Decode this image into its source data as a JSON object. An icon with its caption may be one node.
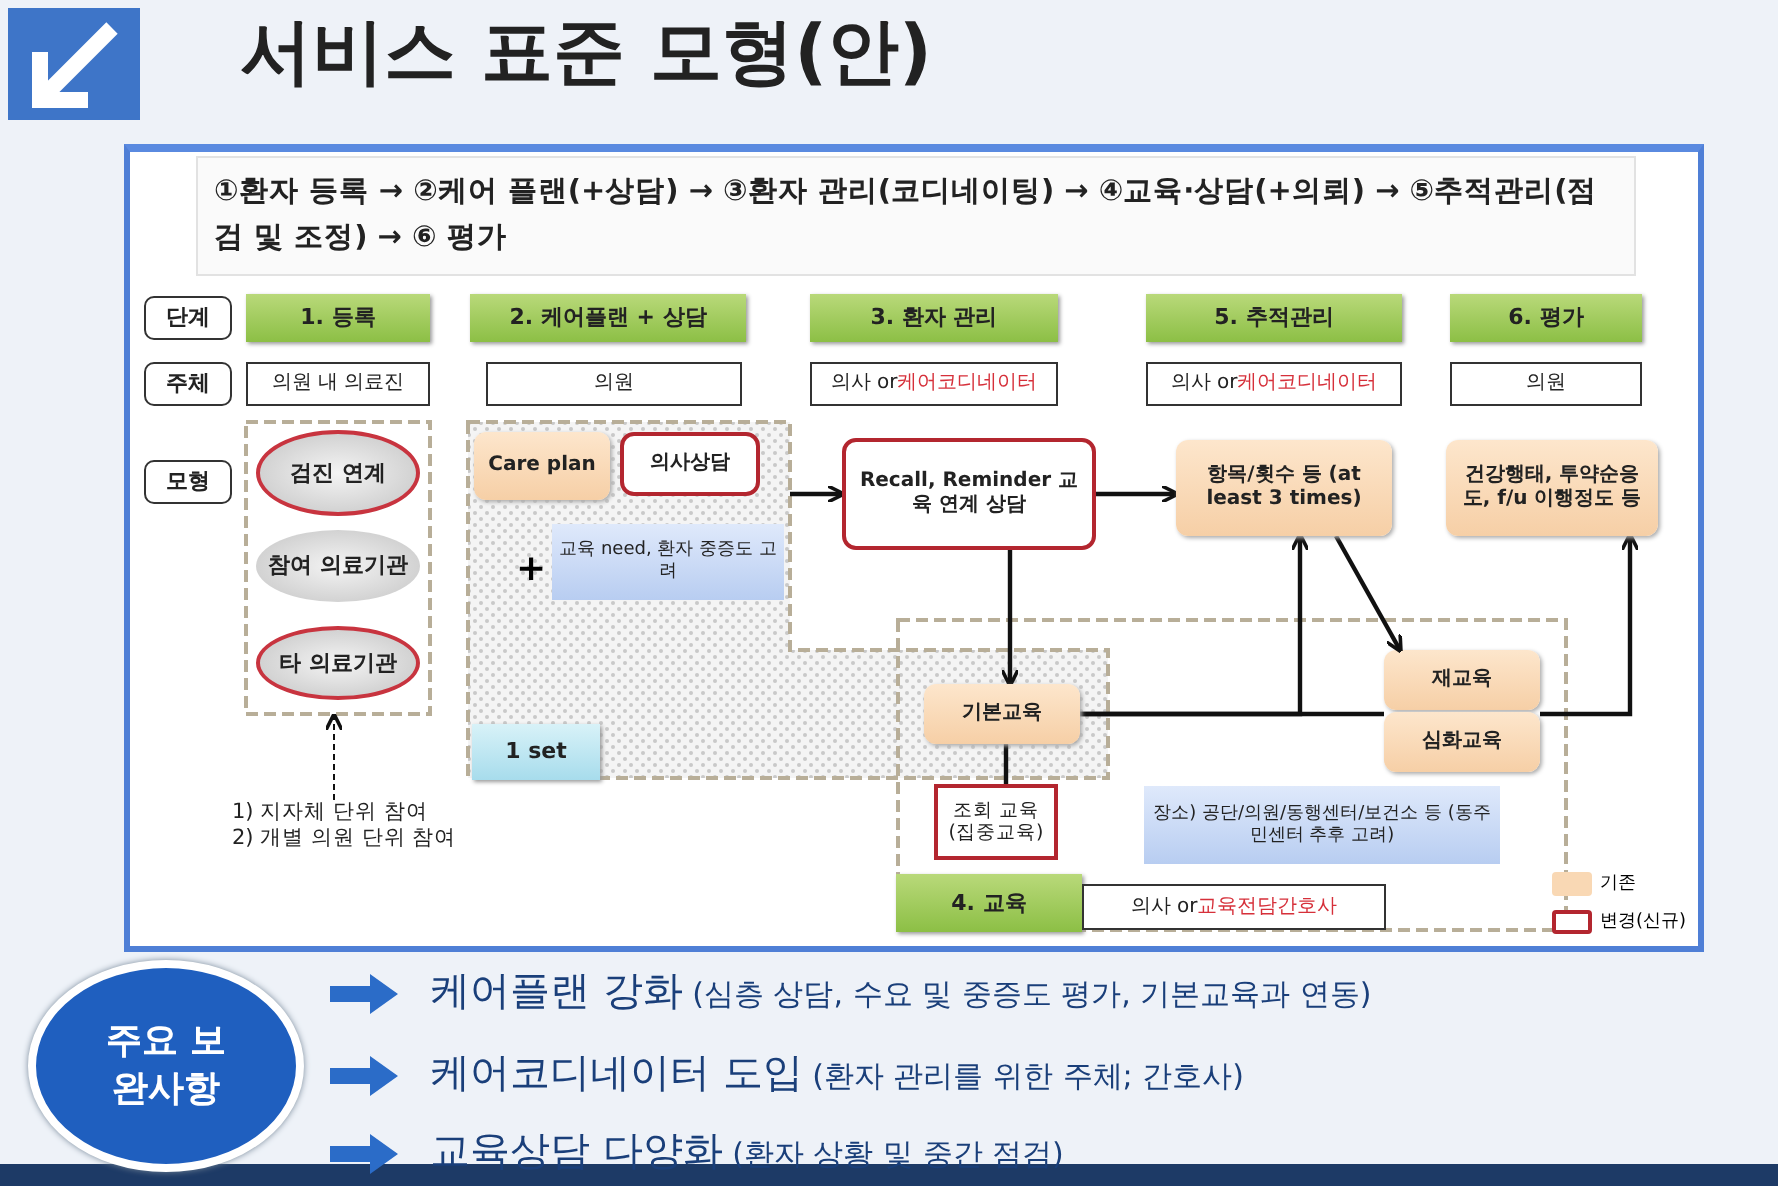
{
  "diagram": {
    "title": "서비스 표준 모형(안)",
    "nodes": [
      {
        "text": [
          "①환자 등록 → ②케어 플랜(+상담) → ③환자 관리(코디네이팅) → ④교육·상담(+의뢰) → ⑤추적관리(점검 및 조정) → ⑥ 평가"
        ]
      },
      {
        "text": [
          "단계"
        ]
      },
      {
        "text": [
          "1. 등록"
        ]
      },
      {
        "text": [
          "2. 케어플랜 + 상담"
        ]
      },
      {
        "text": [
          "3. 환자 관리"
        ]
      },
      {
        "text": [
          "5. 추적관리"
        ]
      },
      {
        "text": [
          "6. 평가"
        ]
      },
      {
        "text": [
          "주체"
        ]
      },
      {
        "text": [
          "의원 내 의료진"
        ]
      },
      {
        "text": [
          "의원"
        ]
      },
      {
        "text": [
          "의사 or",
          "케어코디네이터"
        ]
      },
      {
        "text": [
          "의사 or",
          "케어코디네이터"
        ]
      },
      {
        "text": [
          "의원"
        ]
      },
      {
        "text": [
          "모형"
        ]
      },
      {
        "text": [],
        "shape": "box"
      },
      {
        "text": [
          "검진 연계"
        ],
        "in": 14
      },
      {
        "text": [
          "참여 의료기관"
        ],
        "in": 14
      },
      {
        "text": [
          "타 의료기관"
        ],
        "in": 14
      },
      {
        "text": [
          "1) 지자체 단위 참여",
          "2) 개별 의원 단위 참여"
        ]
      },
      {
        "text": [],
        "shape": "box"
      },
      {
        "text": [
          "Care plan"
        ],
        "in": 19
      },
      {
        "text": [
          "의사상담"
        ],
        "in": 19
      },
      {
        "text": [
          "교육 need, 환자 중증도 고려"
        ],
        "in": 19
      },
      {
        "text": [
          "1 set"
        ],
        "in": 19
      },
      {
        "text": [
          "Recall, Reminder 교육 연계 상담"
        ]
      },
      {
        "text": [
          "항목/횟수 등 (at least 3 times)"
        ]
      },
      {
        "text": [
          "건강행태, 투약순응도, f/u 이행정도 등"
        ]
      },
      {
        "text": [],
        "shape": "box"
      },
      {
        "text": [
          "기본교육"
        ]
      },
      {
        "text": [
          "조회 교육 (집중교육)"
        ],
        "in": 27
      },
      {
        "text": [
          "재교육"
        ],
        "in": 27
      },
      {
        "text": [
          "심화교육"
        ],
        "in": 27
      },
      {
        "text": [
          "장소) 공단/의원/동행센터/보건소 등 (동주민센터 추후 고려)"
        ],
        "in": 27
      },
      {
        "text": [
          "4. 교육"
        ],
        "in": 27
      },
      {
        "text": [
          "의사 or",
          "교육전담간호사"
        ],
        "in": 27
      },
      {
        "text": [
          "주요 보완사항"
        ]
      }
    ],
    "edges": [
      {
        "from": 18,
        "to": 14,
        "arrow": "to",
        "style": "dashed"
      },
      {
        "from": 19,
        "to": 24,
        "arrow": "to"
      },
      {
        "from": 24,
        "to": 25,
        "arrow": "to"
      },
      {
        "from": 24,
        "to": 28,
        "arrow": "to"
      },
      {
        "from": 28,
        "to": 29,
        "arrow": "none"
      },
      {
        "from": 28,
        "to": 25,
        "arrow": "to"
      },
      {
        "from": 28,
        "to": 31,
        "arrow": "none"
      },
      {
        "from": 25,
        "to": 30,
        "arrow": "to"
      },
      {
        "from": 31,
        "to": 26,
        "arrow": "to"
      }
    ],
    "labels": [
      "+",
      "**케어플랜 강화** (심층 상담, 수요 및 중증도 평가, 기본교육과 연동)",
      "**케어코디네이터 도입** (환자 관리를 위한 주체; 간호사)",
      "**교육상담 다양화** (환자 상황 및 중간 점검)"
    ],
    "legend": [
      {
        "text": "기존",
        "color": "#f9d8b4"
      },
      {
        "text": "변경(신규)"
      }
    ]
  }
}
